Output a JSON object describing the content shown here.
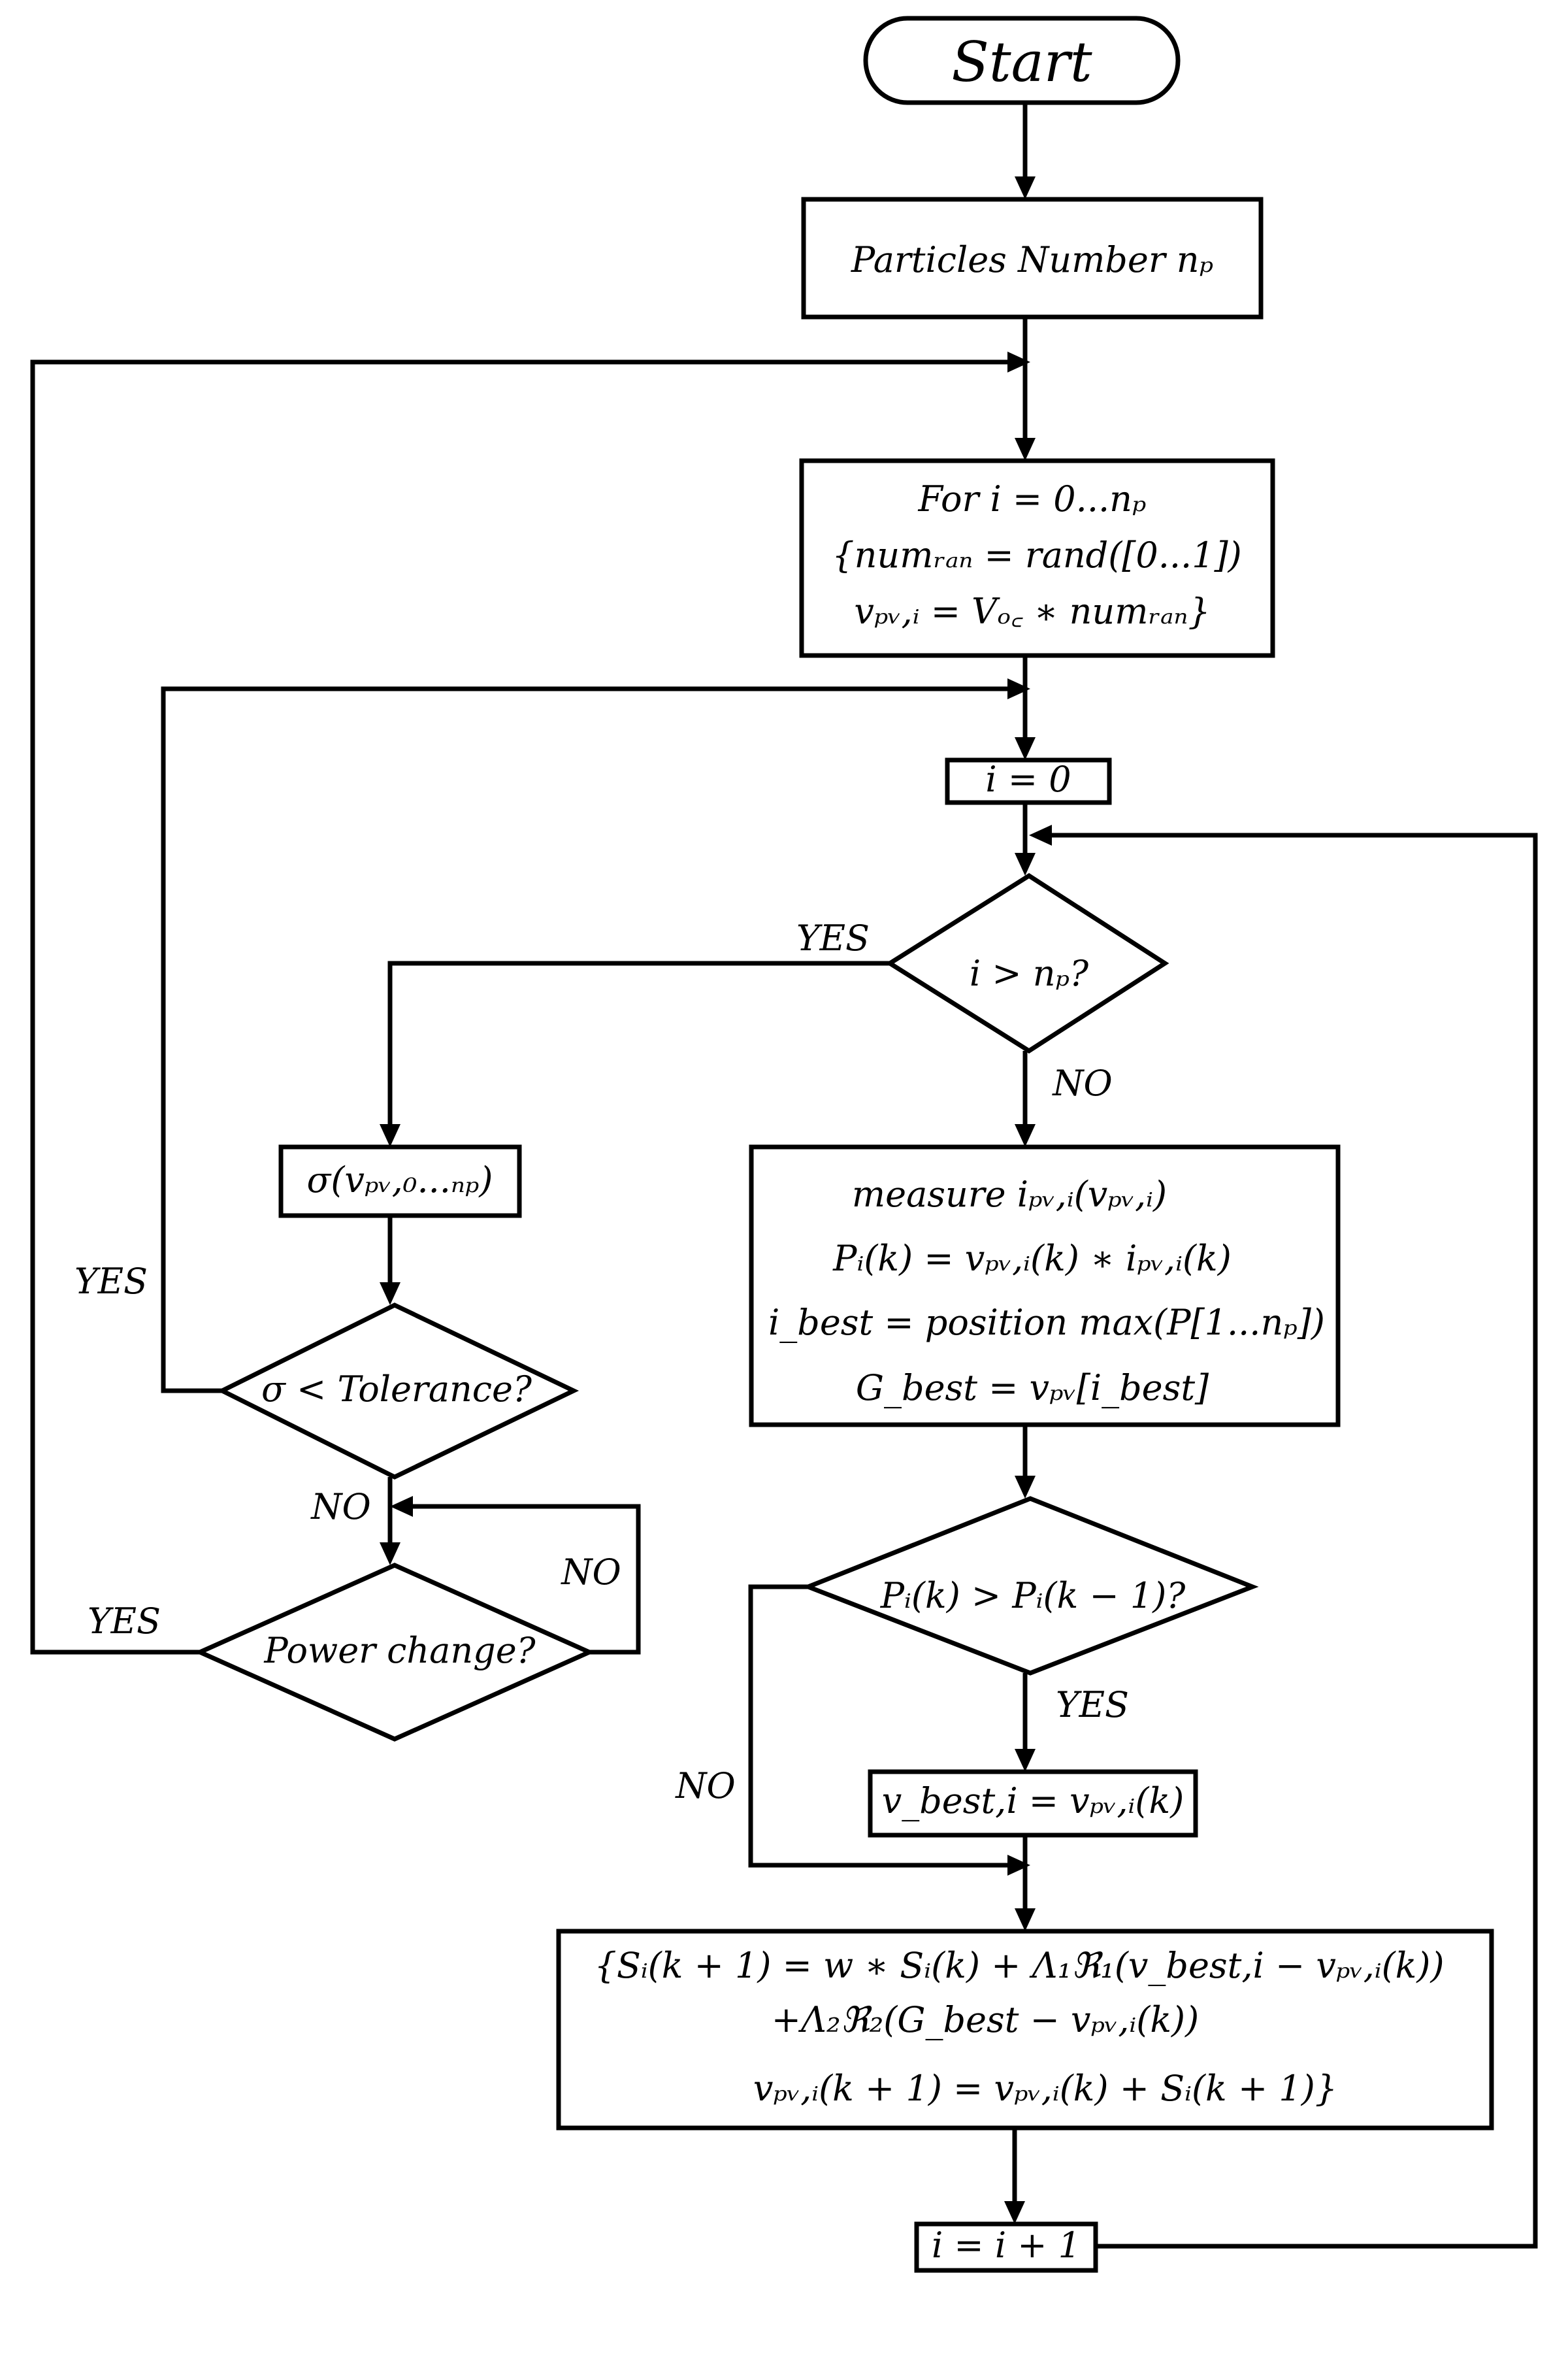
{
  "nodes": {
    "start": {
      "label": "Start"
    },
    "particles": {
      "label": "Particles Number nₚ"
    },
    "init": {
      "lines": [
        "For   i = 0...nₚ",
        "{numᵣₐₙ = rand([0...1])",
        "vₚᵥ,ᵢ = Vₒ꜀ ∗ numᵣₐₙ}"
      ]
    },
    "i_zero": {
      "label": "i = 0"
    },
    "check_i": {
      "label": "i > nₚ?"
    },
    "sigma": {
      "label": "σ(vₚᵥ,₀...ₙₚ)"
    },
    "tolerance": {
      "label": "σ < Tolerance?"
    },
    "power_change": {
      "label": "Power change?"
    },
    "measure": {
      "lines": [
        "measure  iₚᵥ,ᵢ(vₚᵥ,ᵢ)",
        "Pᵢ(k) = vₚᵥ,ᵢ(k) ∗ iₚᵥ,ᵢ(k)",
        "i_best = position max(P[1...nₚ])",
        "G_best = vₚᵥ[i_best]"
      ]
    },
    "compare_p": {
      "label": "Pᵢ(k) > Pᵢ(k − 1)?"
    },
    "vbest": {
      "label": "v_best,i = vₚᵥ,ᵢ(k)"
    },
    "update": {
      "lines": [
        "{Sᵢ(k + 1) = w ∗ Sᵢ(k) + Λ₁ℜ₁(v_best,i − vₚᵥ,ᵢ(k))",
        "+Λ₂ℜ₂(G_best − vₚᵥ,ᵢ(k))",
        "vₚᵥ,ᵢ(k + 1) = vₚᵥ,ᵢ(k) + Sᵢ(k + 1)}"
      ]
    },
    "increment": {
      "label": "i = i + 1"
    }
  },
  "edge_labels": {
    "check_yes": "YES",
    "check_no": "NO",
    "tolerance_yes": "YES",
    "tolerance_no": "NO",
    "power_yes": "YES",
    "power_no": "NO",
    "compare_yes": "YES",
    "compare_no": "NO"
  }
}
